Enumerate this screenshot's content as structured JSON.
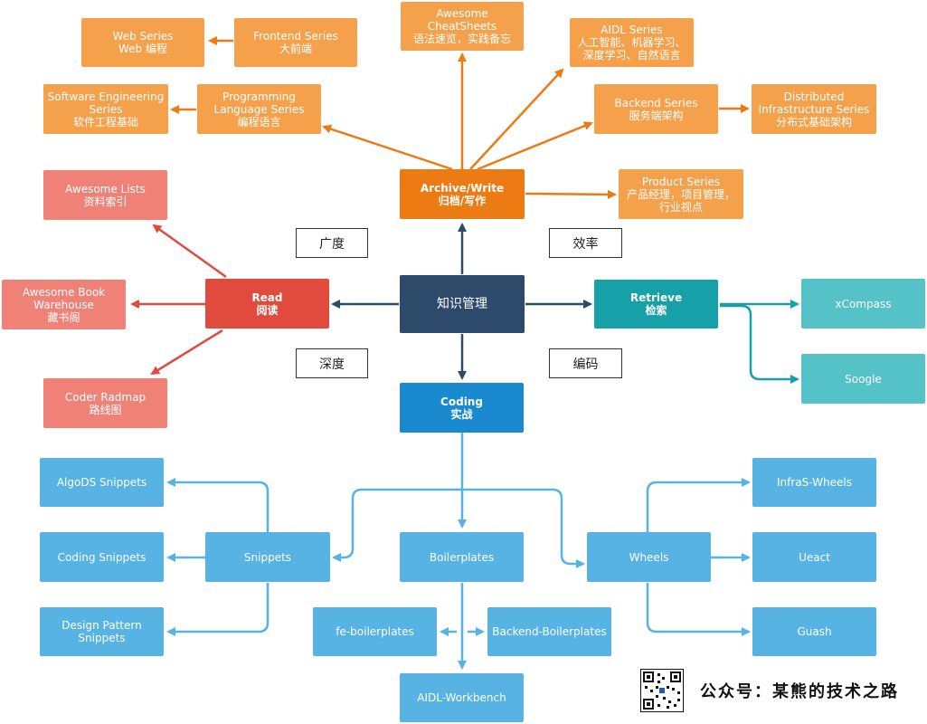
{
  "colors": {
    "orange_light": "#f5a04a",
    "orange_dark": "#ec7b14",
    "red_light": "#ef8177",
    "red_dark": "#e14b3e",
    "navy": "#2e4a6b",
    "teal_dark": "#16a0a8",
    "teal_light": "#55c2c8",
    "blue_dark": "#1a8ad0",
    "blue_light": "#56b3e3"
  },
  "nodes": {
    "center": "知识管理",
    "archive": "Archive/Write\n归档/写作",
    "read": "Read\n阅读",
    "retrieve": "Retrieve\n检索",
    "coding": "Coding\n实战",
    "web_series": "Web Series\nWeb 编程",
    "frontend_series": "Frontend Series\n大前端",
    "cheatsheets": "Awesome\nCheatSheets\n语法速览，实践备忘",
    "aidl_series": "AIDL Series\n人工智能、机器学习、\n深度学习、自然语言",
    "software_eng": "Software Engineering\nSeries\n软件工程基础",
    "programming_lang": "Programming\nLanguage Series\n编程语言",
    "backend_series": "Backend Series\n服务端架构",
    "distributed": "Distributed\nInfrastructure Series\n分布式基础架构",
    "product_series": "Product Series\n产品经理，项目管理，\n行业视点",
    "awesome_lists": "Awesome Lists\n资料索引",
    "book_warehouse": "Awesome Book\nWarehouse\n藏书阁",
    "coder_radmap": "Coder Radmap\n路线图",
    "xcompass": "xCompass",
    "soogle": "Soogle",
    "algods": "AlgoDS Snippets",
    "coding_snippets": "Coding Snippets",
    "design_pattern": "Design Pattern\nSnippets",
    "snippets": "Snippets",
    "boilerplates": "Boilerplates",
    "wheels": "Wheels",
    "infras_wheels": "InfraS-Wheels",
    "ueact": "Ueact",
    "guash": "Guash",
    "fe_boilerplates": "fe-boilerplates",
    "backend_boilerplates": "Backend-Boilerplates",
    "aidl_workbench": "AIDL-Workbench"
  },
  "labels": {
    "breadth": "广度",
    "efficiency": "效率",
    "depth": "深度",
    "encoding": "编码"
  },
  "footer": {
    "text": "公众号：某熊的技术之路"
  }
}
